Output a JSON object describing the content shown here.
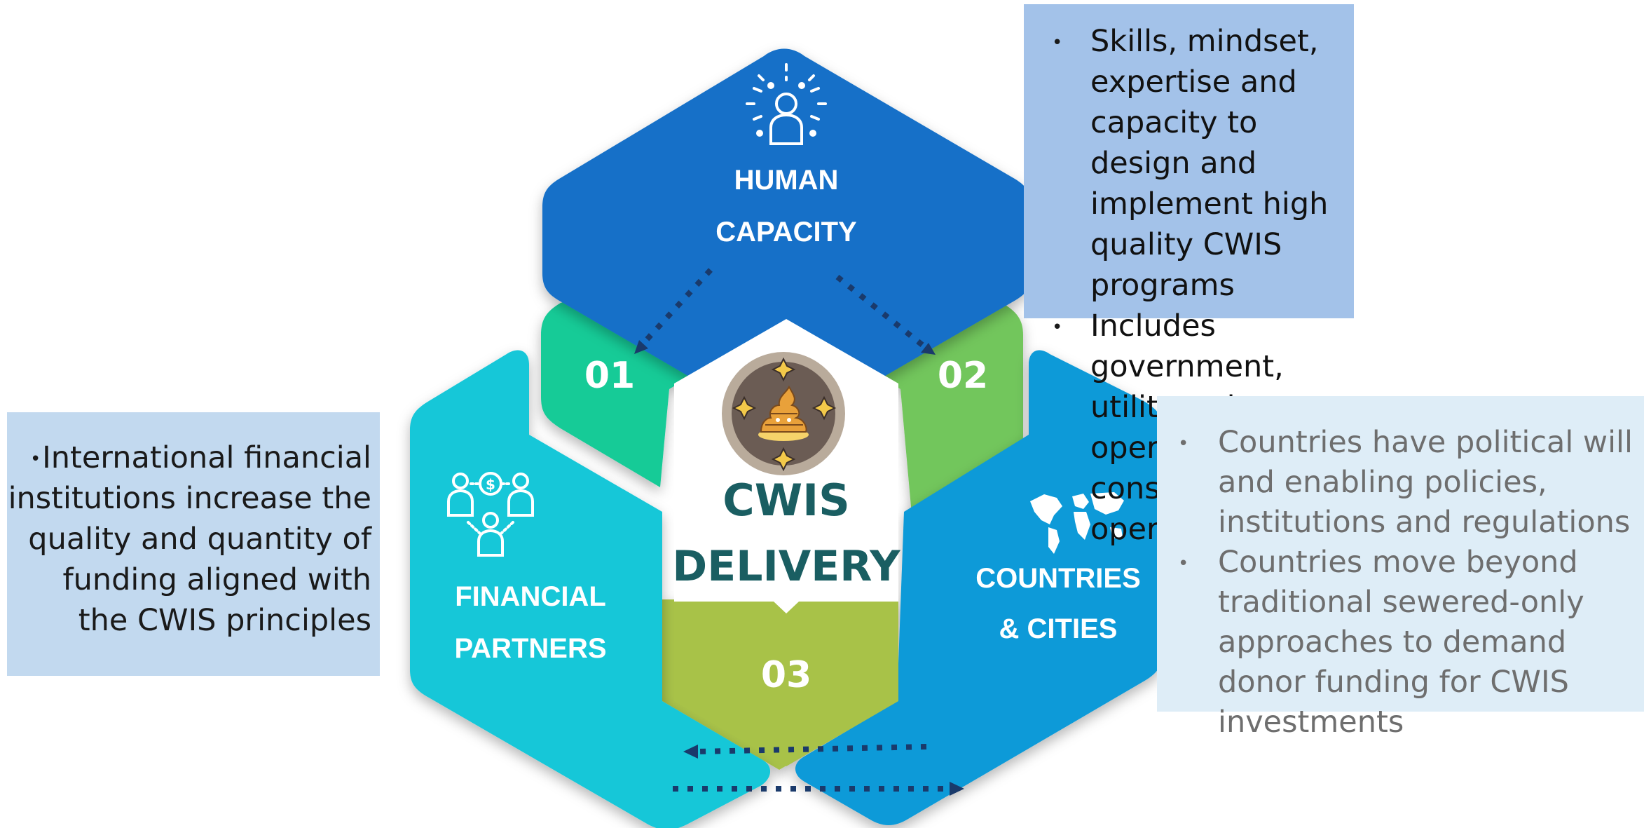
{
  "center": {
    "line1": "CWIS",
    "line2": "DELIVERY",
    "emblem_icon": "poop-emoji-icon"
  },
  "segments": {
    "human_capacity": {
      "line1": "HUMAN",
      "line2": "CAPACITY",
      "icon": "person-idea-icon",
      "color": "#1370c8"
    },
    "countries_cities": {
      "line1": "COUNTRIES",
      "line2": "& CITIES",
      "icon": "world-map-icon",
      "color": "#0a9ad8"
    },
    "financial_partners": {
      "line1": "FINANCIAL",
      "line2": "PARTNERS",
      "icon": "people-money-network-icon",
      "color": "#13c7d8"
    }
  },
  "numbers": {
    "n01": {
      "label": "01",
      "color": "#13cb97"
    },
    "n02": {
      "label": "02",
      "color": "#72c65c"
    },
    "n03": {
      "label": "03",
      "color": "#a8c248"
    }
  },
  "callouts": {
    "human_capacity": [
      "Skills, mindset, expertise and capacity to design and implement high quality CWIS programs",
      "Includes government, utility, private operator, consultant operational staff"
    ],
    "countries_cities": [
      "Countries have political will and enabling policies, institutions and regulations",
      "Countries move beyond traditional sewered-only approaches to demand donor funding for CWIS investments"
    ],
    "financial_partners": [
      "International financial institutions increase the quality and quantity of funding aligned with the CWIS principles"
    ]
  },
  "colors": {
    "center_text": "#1a5e62",
    "arrow": "#1a3a6b"
  }
}
